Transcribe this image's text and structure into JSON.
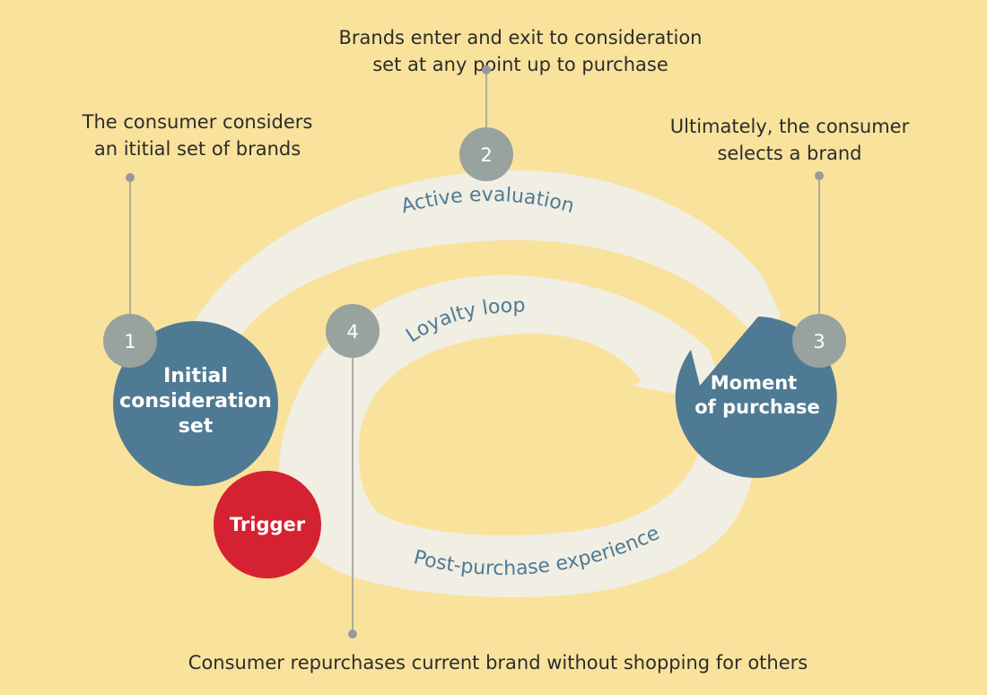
{
  "annotations": {
    "note_1": "The consumer considers\nan ititial set of brands",
    "note_2": "Brands enter and exit to consideration\nset at any point up to purchase",
    "note_3": "Ultimately, the consumer\nselects a brand",
    "note_4": "Consumer repurchases current brand without shopping for others"
  },
  "arc_labels": {
    "active_evaluation": "Active evaluation",
    "loyalty_loop": "Loyalty loop",
    "post_purchase": "Post-purchase experience"
  },
  "stages": {
    "initial": {
      "line1": "Initial",
      "line2": "consideration",
      "line3": "set"
    },
    "purchase": {
      "line1": "Moment",
      "line2": "of purchase"
    },
    "trigger": "Trigger"
  },
  "step_numbers": {
    "one": "1",
    "two": "2",
    "three": "3",
    "four": "4"
  },
  "colors": {
    "background": "#f9e29c",
    "band": "#f1eee4",
    "stage_circle": "#4f7a94",
    "trigger": "#d52232",
    "step_badge": "#98a29e",
    "callout_line": "#999999"
  }
}
